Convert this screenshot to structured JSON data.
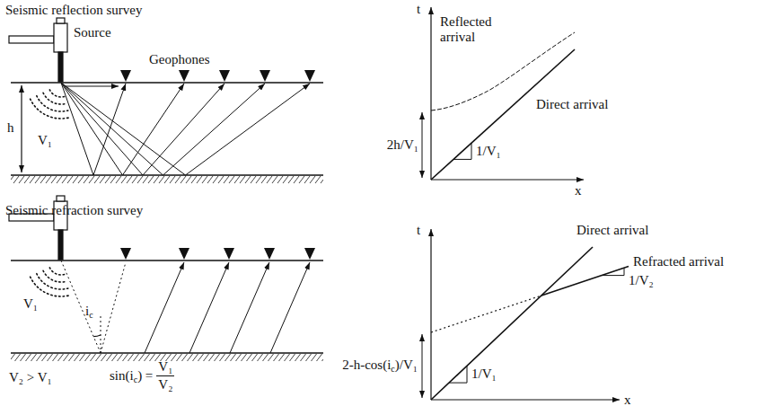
{
  "diagram": {
    "labels": [
      "Seismic reflection survey",
      "Source",
      "Geophones",
      "h",
      "V₁",
      "t",
      "Reflected arrival",
      "Direct arrival",
      "2h/V₁",
      "1/V₁",
      "x",
      "Seismic refraction survey",
      "V₁",
      "i",
      "c",
      "t",
      "Direct arrival",
      "Refracted arrival",
      "2-h-cos(i",
      "c",
      ")/V₁",
      "1/V₂",
      "1/V₁",
      "x",
      "V₂ > V₁",
      "sin(i",
      "c",
      ") =",
      "V₁",
      "V₂"
    ]
  }
}
